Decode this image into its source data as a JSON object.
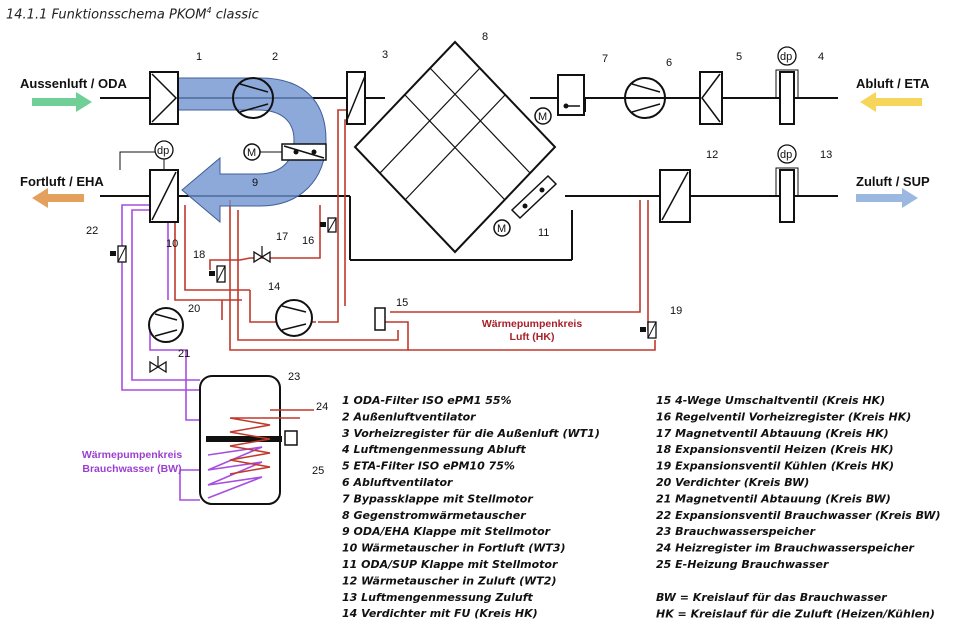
{
  "title": {
    "prefix": "14.1.1 Funktionsschema PKOM",
    "sup": "4",
    "suffix": " classic"
  },
  "flows": {
    "oda": "Aussenluft / ODA",
    "eta": "Abluft / ETA",
    "eha": "Fortluft / EHA",
    "sup": "Zuluft / SUP"
  },
  "tags": {
    "dp": "dp",
    "m": "M"
  },
  "circuits": {
    "hk_line1": "Wärmepumpenkreis",
    "hk_line2": "Luft (HK)",
    "bw_line1": "Wärmepumpenkreis",
    "bw_line2": "Brauchwasser (BW)"
  },
  "numbers": [
    "1",
    "2",
    "3",
    "4",
    "5",
    "6",
    "7",
    "8",
    "9",
    "10",
    "11",
    "12",
    "13",
    "14",
    "15",
    "16",
    "17",
    "18",
    "19",
    "20",
    "21",
    "22",
    "23",
    "24",
    "25"
  ],
  "legend_left": [
    "1 ODA-Filter ISO ePM1 55%",
    "2 Außenluftventilator",
    "3 Vorheizregister für die Außenluft (WT1)",
    "4 Luftmengenmessung Abluft",
    "5 ETA-Filter ISO ePM10 75%",
    "6 Abluftventilator",
    "7 Bypassklappe mit Stellmotor",
    "8 Gegenstromwärmetauscher",
    "9 ODA/EHA Klappe mit Stellmotor",
    "10 Wärmetauscher in Fortluft (WT3)",
    "11 ODA/SUP Klappe mit Stellmotor",
    "12 Wärmetauscher in Zuluft (WT2)",
    "13 Luftmengenmessung Zuluft",
    "14 Verdichter mit FU (Kreis HK)"
  ],
  "legend_right": [
    "15 4-Wege Umschaltventil (Kreis HK)",
    "16 Regelventil Vorheizregister (Kreis HK)",
    "17 Magnetventil Abtauung (Kreis HK)",
    "18 Expansionsventil Heizen (Kreis HK)",
    "19 Expansionsventil Kühlen (Kreis HK)",
    "20 Verdichter (Kreis BW)",
    "21 Magnetventil Abtauung (Kreis BW)",
    "22 Expansionsventil Brauchwasser (Kreis BW)",
    "23 Brauchwasserspeicher",
    "24 Heizregister im Brauchwasserspeicher",
    "25 E-Heizung Brauchwasser"
  ],
  "legend_abbr": [
    "BW = Kreislauf für das Brauchwasser",
    "HK = Kreislauf für die Zuluft (Heizen/Kühlen)"
  ],
  "colors": {
    "oda_arrow": "#6fcf97",
    "eta_arrow": "#f5d55a",
    "eha_arrow": "#e3a15d",
    "sup_arrow": "#9bb8e0",
    "bypass_arrow": "#6f93d0",
    "hk_circuit": "#c0392b",
    "bw_circuit": "#a64ee0"
  }
}
